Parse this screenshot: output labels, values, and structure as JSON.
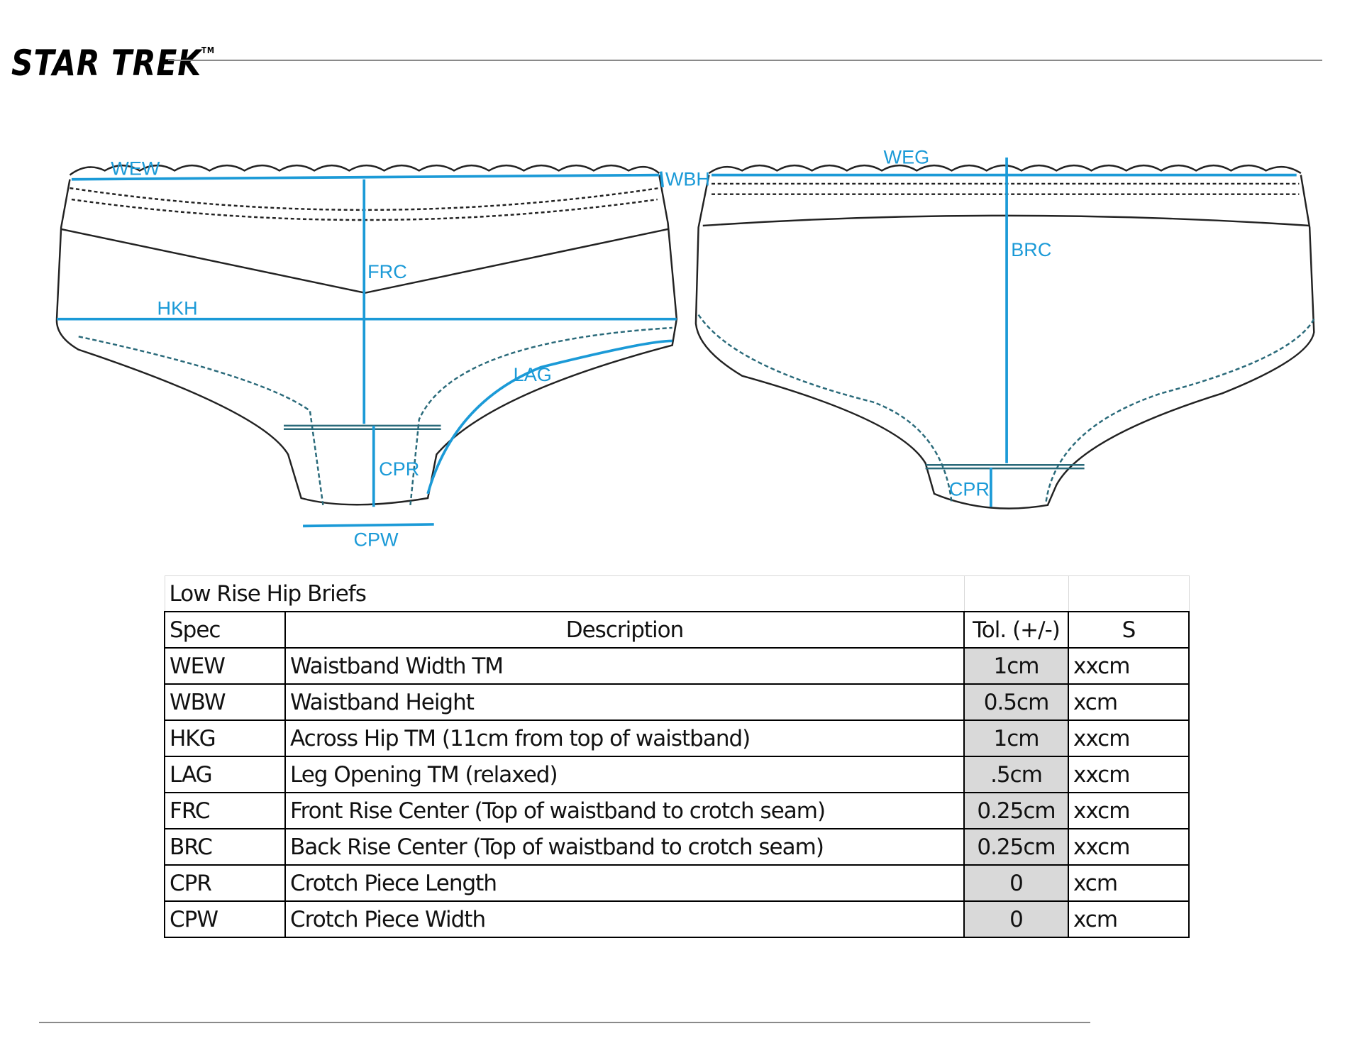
{
  "header": {
    "logo_text": "STAR TREK",
    "trademark": "TM"
  },
  "labels": {
    "front": {
      "wew": "WEW",
      "wbh": "WBH",
      "frc": "FRC",
      "hkh": "HKH",
      "lag": "LAG",
      "cpr": "CPR",
      "cpw": "CPW"
    },
    "back": {
      "weg": "WEG",
      "brc": "BRC",
      "cpr": "CPR"
    }
  },
  "colors": {
    "measure": "#1b9ad7",
    "tol_fill": "#d9d9d9"
  },
  "table": {
    "title": "Low Rise Hip Briefs",
    "headers": [
      "Spec",
      "Description",
      "Tol. (+/-)",
      "S"
    ],
    "rows": [
      [
        "WEW",
        "Waistband Width TM",
        "1cm",
        "xxcm"
      ],
      [
        "WBW",
        "Waistband Height",
        "0.5cm",
        "xcm"
      ],
      [
        "HKG",
        "Across Hip TM (11cm from top of waistband)",
        "1cm",
        "xxcm"
      ],
      [
        "LAG",
        "Leg Opening TM (relaxed)",
        ".5cm",
        "xxcm"
      ],
      [
        "FRC",
        "Front Rise Center (Top of waistband to crotch seam)",
        "0.25cm",
        "xxcm"
      ],
      [
        "BRC",
        "Back Rise Center (Top of waistband to crotch seam)",
        "0.25cm",
        "xxcm"
      ],
      [
        "CPR",
        "Crotch Piece Length",
        "0",
        "xcm"
      ],
      [
        "CPW",
        "Crotch Piece Width",
        "0",
        "xcm"
      ]
    ]
  }
}
